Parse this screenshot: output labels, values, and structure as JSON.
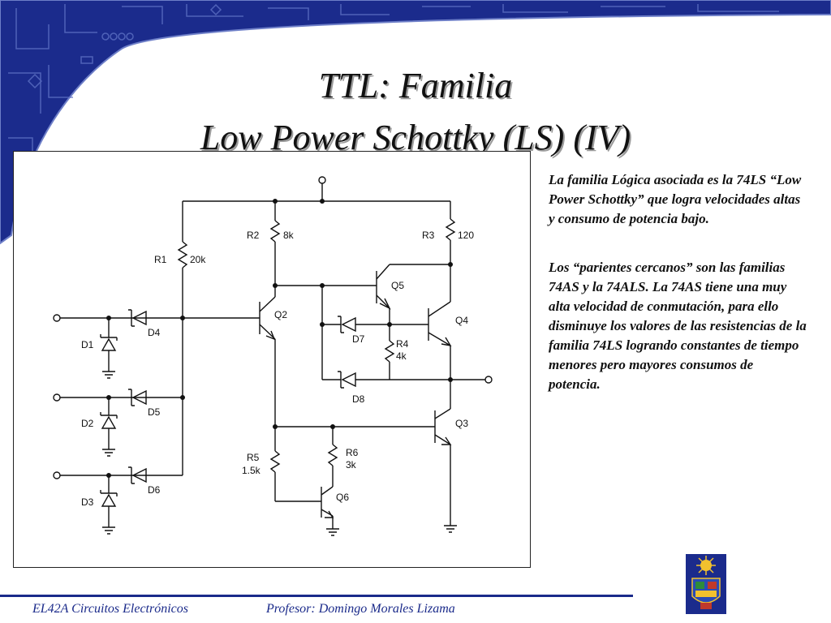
{
  "slide": {
    "title_line1": "TTL: Familia",
    "title_line2": "Low Power Schottky (LS) (IV)",
    "paragraphs": [
      "La familia Lógica asociada es la 74LS “Low Power Schottky” que logra velocidades altas y consumo de potencia bajo.",
      "Los “parientes cercanos” son las familias 74AS y la 74ALS. La 74AS tiene una muy alta velocidad de conmutación, para ello disminuye los valores de las resistencias de la familia 74LS logrando constantes de tiempo menores pero mayores consumos de potencia."
    ],
    "footer_left": "EL42A Circuitos Electrónicos",
    "footer_right": "Profesor: Domingo Morales Lizama"
  },
  "schematic": {
    "resistors": {
      "r1": {
        "name": "R1",
        "value": "20k"
      },
      "r2": {
        "name": "R2",
        "value": "8k"
      },
      "r3": {
        "name": "R3",
        "value": "120"
      },
      "r4": {
        "name": "R4",
        "value": "4k"
      },
      "r5": {
        "name": "R5",
        "value": "1.5k"
      },
      "r6": {
        "name": "R6",
        "value": "3k"
      }
    },
    "transistors": {
      "q2": "Q2",
      "q3": "Q3",
      "q4": "Q4",
      "q5": "Q5",
      "q6": "Q6"
    },
    "diodes": {
      "d1": "D1",
      "d2": "D2",
      "d3": "D3",
      "d4": "D4",
      "d5": "D5",
      "d6": "D6",
      "d7": "D7",
      "d8": "D8"
    }
  },
  "colors": {
    "banner": "#1b2b8c",
    "footer": "#1a2a8a"
  }
}
